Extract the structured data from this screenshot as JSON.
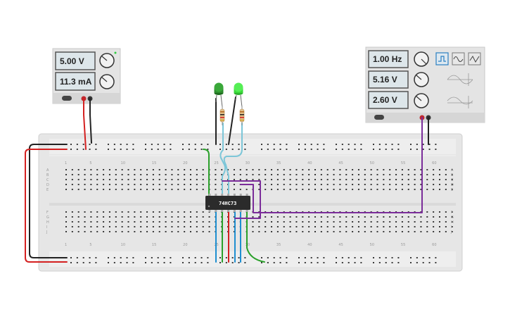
{
  "power_supply": {
    "voltage": "5.00 V",
    "current": "11.3 mA"
  },
  "function_generator": {
    "frequency": "1.00 Hz",
    "amplitude": "5.16 V",
    "dc_offset": "2.60 V",
    "waveforms": [
      "square",
      "triangle",
      "sine"
    ],
    "selected_waveform": "square"
  },
  "chip": {
    "label": "74HC73"
  },
  "breadboard": {
    "column_numbers": [
      "1",
      "5",
      "10",
      "15",
      "20",
      "25",
      "30",
      "35",
      "40",
      "45",
      "50",
      "55",
      "60"
    ],
    "row_letters_top": [
      "A",
      "B",
      "C",
      "D",
      "E"
    ],
    "row_letters_bottom": [
      "F",
      "G",
      "H",
      "I",
      "J"
    ]
  },
  "leds": [
    {
      "name": "led-left",
      "color": "#2e8b2e"
    },
    {
      "name": "led-right",
      "color": "#39d939"
    }
  ],
  "colors": {
    "wire_red": "#d42020",
    "wire_black": "#222222",
    "wire_green": "#2aa02a",
    "wire_blue": "#1e8fd0",
    "wire_lightblue": "#7cc6d8",
    "wire_purple": "#7b2d9a",
    "lcd_bg": "#dde6ea"
  }
}
